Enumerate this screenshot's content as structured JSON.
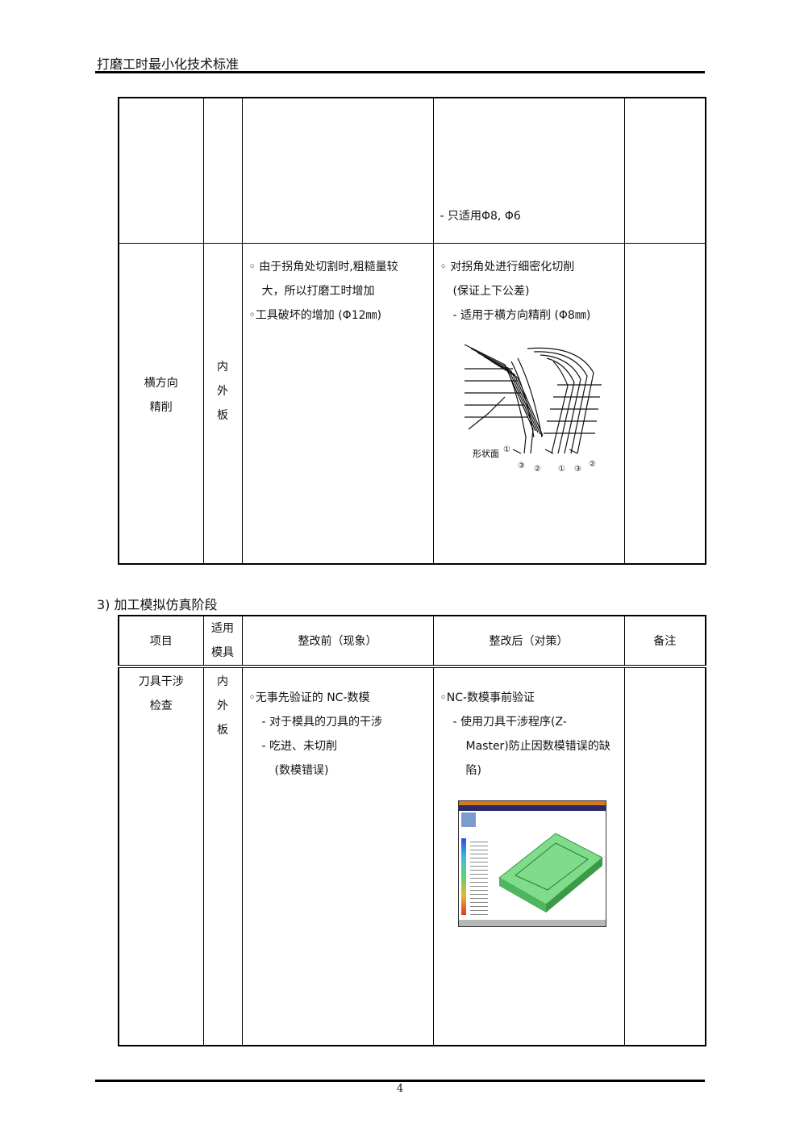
{
  "header": {
    "title": "打磨工时最小化技术标准"
  },
  "table1": {
    "row1": {
      "after_note": "- 只适用Φ8, Φ6"
    },
    "row2": {
      "item": [
        "横方向",
        "精削"
      ],
      "mold": [
        "内",
        "外",
        "板"
      ],
      "before": [
        "◦ 由于拐角处切割时,粗糙量较",
        "大，所以打磨工时增加",
        "◦工具破坏的增加 (Φ12㎜)"
      ],
      "after": [
        "◦ 对拐角处进行细密化切削",
        "(保证上下公差)",
        "- 适用于横方向精削 (Φ8㎜)"
      ],
      "figure_label": "形状面",
      "figure_marks": [
        "①",
        "③",
        "②",
        "①",
        "③",
        "②"
      ]
    }
  },
  "section3": {
    "heading": "3) 加工模拟仿真阶段"
  },
  "table2": {
    "headers": {
      "item": "项目",
      "mold": [
        "适用",
        "模具"
      ],
      "before": "整改前（现象）",
      "after": "整改后（对策）",
      "note": "备注"
    },
    "row1": {
      "item": [
        "刀具干涉",
        "检查"
      ],
      "mold": [
        "内",
        "外",
        "板"
      ],
      "before": [
        "◦无事先验证的 NC-数模",
        "- 对于模具的刀具的干涉",
        "- 吃进、未切削",
        "(数模错误)"
      ],
      "after": [
        "◦NC-数模事前验证",
        "- 使用刀具干涉程序(Z-",
        "Master)防止因数模错误的缺",
        "陷)"
      ]
    }
  },
  "footer": {
    "page_number": "4"
  }
}
